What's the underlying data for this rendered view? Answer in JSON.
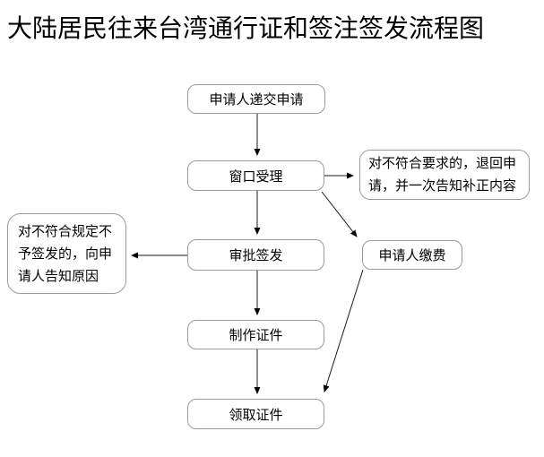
{
  "title": "大陆居民往来台湾通行证和签注签发流程图",
  "diagram": {
    "type": "flowchart",
    "nodes": {
      "submit": "申请人递交申请",
      "window_accept": "窗口受理",
      "return_application": "对不符合要求的，退回申请，并一次告知补正内容",
      "refusal_notice": "对不符合规定不予签发的，向申请人告知原因",
      "approve_issue": "审批签发",
      "pay_fee": "申请人缴费",
      "make_document": "制作证件",
      "collect_document": "领取证件"
    },
    "edges": [
      {
        "from": "申请人递交申请",
        "to": "窗口受理"
      },
      {
        "from": "窗口受理",
        "to": "对不符合要求的，退回申请，并一次告知补正内容"
      },
      {
        "from": "窗口受理",
        "to": "审批签发"
      },
      {
        "from": "窗口受理",
        "to": "申请人缴费"
      },
      {
        "from": "审批签发",
        "to": "对不符合规定不予签发的，向申请人告知原因"
      },
      {
        "from": "审批签发",
        "to": "制作证件"
      },
      {
        "from": "制作证件",
        "to": "领取证件"
      },
      {
        "from": "申请人缴费",
        "to": "领取证件"
      }
    ],
    "colors": {
      "box_border": "#9b9b9b",
      "connector": "#1a1a1a",
      "text": "#000000",
      "background": "#ffffff"
    }
  }
}
